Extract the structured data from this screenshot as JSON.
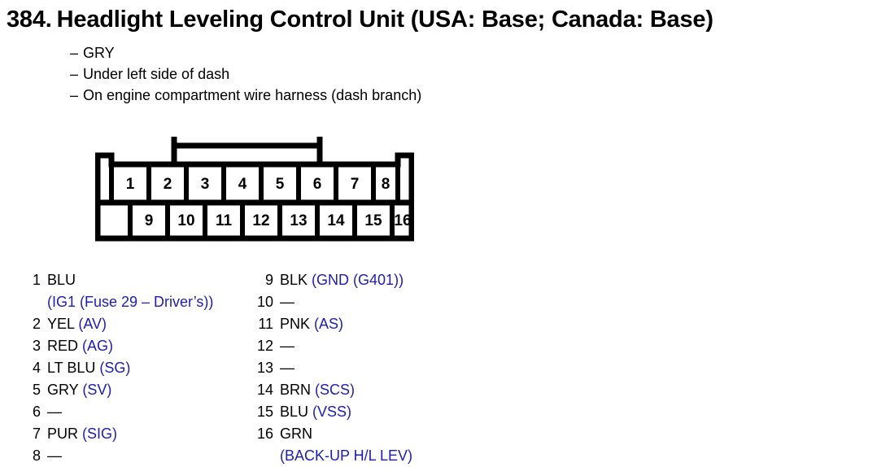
{
  "title": {
    "number": "384.",
    "text": "Headlight Leveling Control Unit (USA: Base; Canada: Base)"
  },
  "notes": {
    "dash": "–",
    "items": [
      "GRY",
      "Under left side of dash",
      "On engine compartment wire harness (dash branch)"
    ]
  },
  "connector": {
    "name": "16-pin-connector",
    "top_row": [
      "1",
      "2",
      "3",
      "4",
      "5",
      "6",
      "7",
      "8"
    ],
    "bottom_row": [
      "9",
      "10",
      "11",
      "12",
      "13",
      "14",
      "15",
      "16"
    ]
  },
  "colors": {
    "annotation_blue": "#1d1db4",
    "text_black": "#000000",
    "background": "#ffffff"
  },
  "pins": {
    "left": [
      {
        "index": "1",
        "color": "BLU",
        "code": "",
        "continuation": "(IG1 (Fuse 29 – Driver’s))"
      },
      {
        "index": "2",
        "color": "YEL",
        "code": "(AV)"
      },
      {
        "index": "3",
        "color": "RED",
        "code": "(AG)"
      },
      {
        "index": "4",
        "color": "LT BLU",
        "code": "(SG)"
      },
      {
        "index": "5",
        "color": "GRY",
        "code": "(SV)"
      },
      {
        "index": "6",
        "color": "—",
        "code": ""
      },
      {
        "index": "7",
        "color": "PUR",
        "code": "(SIG)"
      },
      {
        "index": "8",
        "color": "—",
        "code": ""
      }
    ],
    "right": [
      {
        "index": "9",
        "color": "BLK",
        "code": "(GND (G401))"
      },
      {
        "index": "10",
        "color": "—",
        "code": ""
      },
      {
        "index": "11",
        "color": "PNK",
        "code": "(AS)"
      },
      {
        "index": "12",
        "color": "—",
        "code": ""
      },
      {
        "index": "13",
        "color": "—",
        "code": ""
      },
      {
        "index": "14",
        "color": "BRN",
        "code": "(SCS)"
      },
      {
        "index": "15",
        "color": "BLU",
        "code": "(VSS)"
      },
      {
        "index": "16",
        "color": "GRN",
        "code": "",
        "continuation": "(BACK-UP H/L LEV)"
      }
    ]
  }
}
